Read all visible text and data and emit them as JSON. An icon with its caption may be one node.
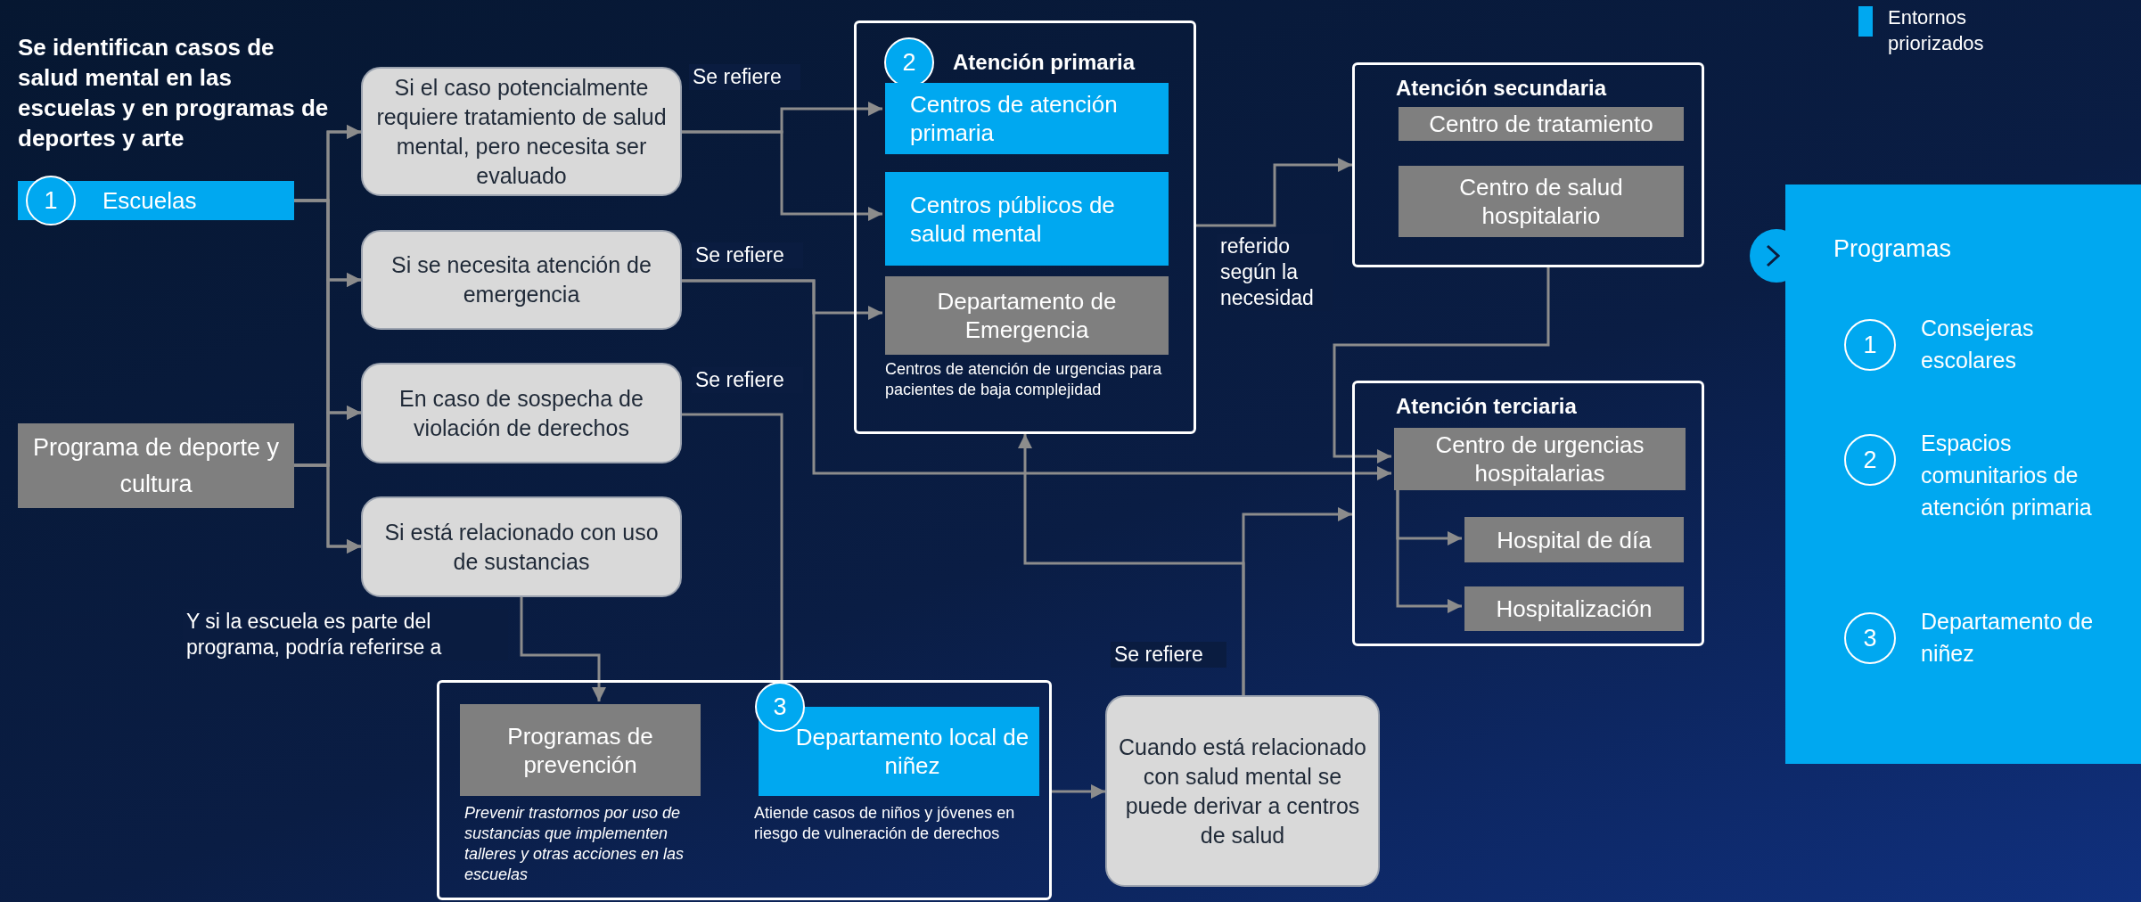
{
  "diagram": {
    "title": "Se identifican casos de salud mental en las escuelas y en programas de deportes y arte",
    "nodes": [
      {
        "text": [
          "1",
          "Escuelas"
        ]
      },
      {
        "text": [
          "Programa de deporte y cultura"
        ]
      },
      {
        "text": [
          "Si el caso potencialmente requiere tratamiento de salud mental, pero necesita ser evaluado"
        ]
      },
      {
        "text": [
          "Si se necesita atención de emergencia"
        ]
      },
      {
        "text": [
          "En caso de sospecha de violación de derechos"
        ]
      },
      {
        "text": [
          "Si está relacionado con uso de sustancias"
        ]
      },
      {
        "text": [
          "2",
          "Atención primaria"
        ]
      },
      {
        "text": [
          "Centros de atención primaria"
        ],
        "in": 6
      },
      {
        "text": [
          "Centros públicos de salud mental"
        ],
        "in": 6
      },
      {
        "text": [
          "Departamento de Emergencia"
        ],
        "in": 6,
        "beside": [
          "Centros de atención de urgencias para pacientes de baja complejidad"
        ]
      },
      {
        "text": [
          "Atención secundaria"
        ]
      },
      {
        "text": [
          "Centro de tratamiento"
        ],
        "in": 10
      },
      {
        "text": [
          "Centro de salud hospitalario"
        ],
        "in": 10
      },
      {
        "text": [
          "Atención terciaria"
        ]
      },
      {
        "text": [
          "Centro de urgencias hospitalarias"
        ],
        "in": 13
      },
      {
        "text": [
          "Hospital de día"
        ],
        "in": 13
      },
      {
        "text": [
          "Hospitalización"
        ],
        "in": 13
      },
      {
        "text": [],
        "shape": "box"
      },
      {
        "text": [
          "Programas de prevención"
        ],
        "in": 17,
        "beside": [
          "Prevenir trastornos por uso de sustancias que implementen talleres y otras acciones en las escuelas"
        ]
      },
      {
        "text": [
          "3",
          "Departamento local de niñez"
        ],
        "in": 17,
        "beside": [
          "Atiende casos de niños y jóvenes en riesgo de vulneración de derechos"
        ]
      },
      {
        "text": [
          "Cuando está relacionado con salud mental se puede derivar a centros de salud"
        ]
      },
      {
        "text": [
          "Programas",
          "1",
          "Consejeras escolares",
          "2",
          "Espacios comunitarios de atención primaria",
          "3",
          "Departamento de niñez"
        ]
      }
    ],
    "edges": [
      {
        "from": 0,
        "to": 2,
        "arrow": "to"
      },
      {
        "from": 0,
        "to": 3,
        "arrow": "to"
      },
      {
        "from": 0,
        "to": 4,
        "arrow": "to"
      },
      {
        "from": 0,
        "to": 5,
        "arrow": "to"
      },
      {
        "from": 1,
        "to": 2,
        "arrow": "to"
      },
      {
        "from": 1,
        "to": 3,
        "arrow": "to"
      },
      {
        "from": 1,
        "to": 4,
        "arrow": "to"
      },
      {
        "from": 1,
        "to": 5,
        "arrow": "to"
      },
      {
        "from": 2,
        "to": 7,
        "arrow": "to",
        "label": "Se refiere"
      },
      {
        "from": 2,
        "to": 8,
        "arrow": "to"
      },
      {
        "from": 3,
        "to": 9,
        "arrow": "to",
        "label": "Se refiere"
      },
      {
        "from": 3,
        "to": 14,
        "arrow": "to"
      },
      {
        "from": 4,
        "to": 17,
        "arrow": "none",
        "label": "Se refiere"
      },
      {
        "from": 5,
        "to": 18,
        "arrow": "to",
        "label": "Y si la escuela es parte del programa, podría referirse a"
      },
      {
        "from": 6,
        "to": 10,
        "arrow": "to",
        "label": "referido según la necesidad"
      },
      {
        "from": 10,
        "to": 14,
        "arrow": "to"
      },
      {
        "from": 14,
        "to": 15,
        "arrow": "to"
      },
      {
        "from": 14,
        "to": 16,
        "arrow": "to"
      },
      {
        "from": 17,
        "to": 20,
        "arrow": "to"
      },
      {
        "from": 20,
        "to": 13,
        "arrow": "to",
        "label": "Se refiere"
      },
      {
        "from": 20,
        "to": 6,
        "arrow": "to"
      }
    ],
    "legend": [
      {
        "text": "Entornos priorizados",
        "color": "#00a8f0"
      }
    ]
  }
}
